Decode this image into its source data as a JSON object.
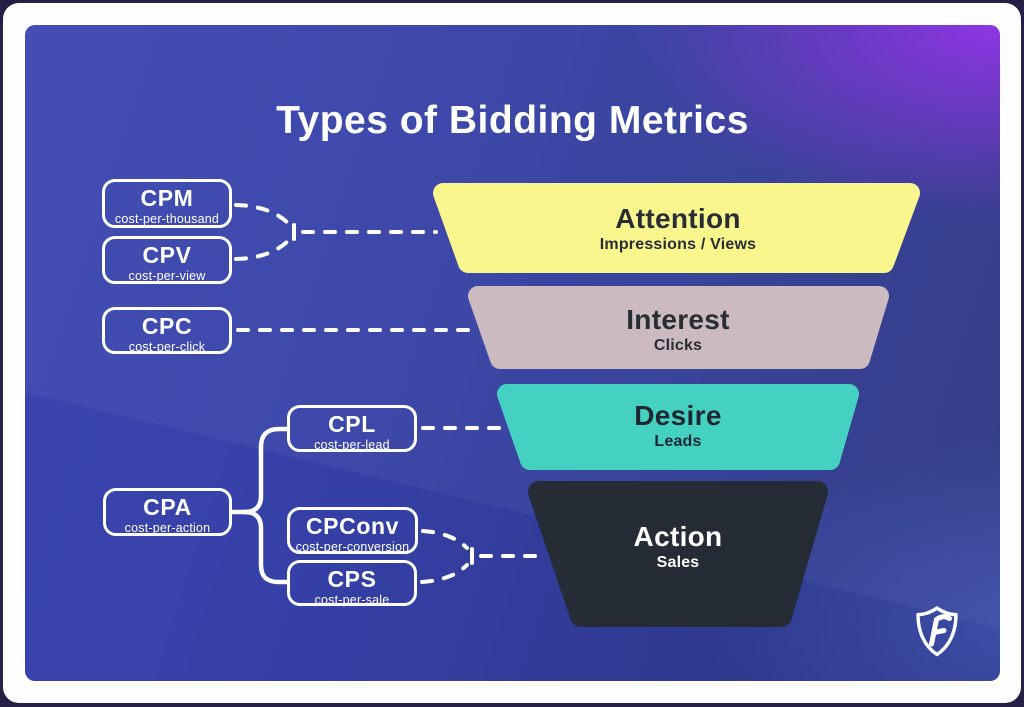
{
  "title": "Types of Bidding Metrics",
  "metrics": [
    {
      "label": "CPM",
      "desc": "cost-per-thousand"
    },
    {
      "label": "CPV",
      "desc": "cost-per-view"
    },
    {
      "label": "CPC",
      "desc": "cost-per-click"
    },
    {
      "label": "CPL",
      "desc": "cost-per-lead"
    },
    {
      "label": "CPA",
      "desc": "cost-per-action"
    },
    {
      "label": "CPConv",
      "desc": "cost-per-conversion"
    },
    {
      "label": "CPS",
      "desc": "cost-per-sale"
    }
  ],
  "funnel": [
    {
      "stage": "Attention",
      "sub": "Impressions / Views",
      "color": "#f9f68d",
      "text_color": "#282d36"
    },
    {
      "stage": "Interest",
      "sub": "Clicks",
      "color": "#cbbabf",
      "text_color": "#282d36"
    },
    {
      "stage": "Desire",
      "sub": "Leads",
      "color": "#44d1c1",
      "text_color": "#1f2831"
    },
    {
      "stage": "Action",
      "sub": "Sales",
      "color": "#262c35",
      "text_color": "#ffffff"
    }
  ],
  "logo": {
    "letter": "F"
  },
  "colors": {
    "connector": "#ffffff",
    "box_border": "#ffffff",
    "card_blue": "#3b46b2",
    "card_navy": "#2a357f",
    "card_purple": "#8a2de4",
    "page_edge": "#262047",
    "frame_white": "#fdfdfe"
  }
}
